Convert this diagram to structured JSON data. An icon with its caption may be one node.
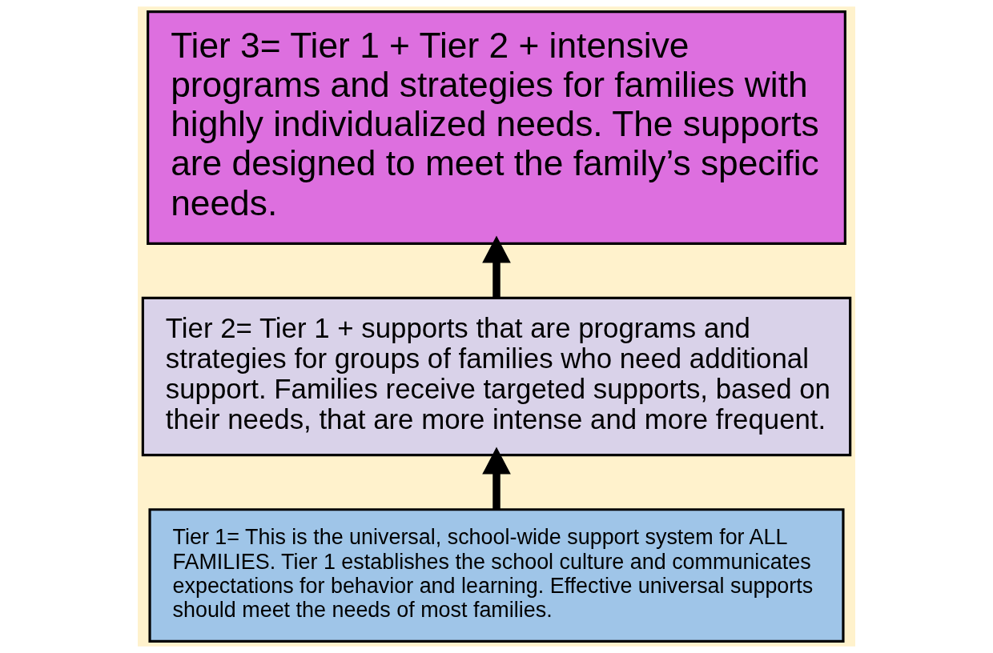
{
  "diagram": {
    "nodes": [
      {
        "text": [
          "Tier 3= Tier 1 + Tier 2 + intensive programs and strategies for families with highly individualized needs. The supports are designed to meet the family’s specific needs."
        ]
      },
      {
        "text": [
          "Tier 2= Tier 1 + supports that are programs and strategies for groups of families who need additional support. Families receive targeted supports, based on their needs, that are more intense and more frequent."
        ]
      },
      {
        "text": [
          "Tier 1= This is the universal, school-wide support system for ALL FAMILIES. Tier 1 establishes the school culture and communicates expectations for behavior and learning. Effective universal supports should meet the needs of most families."
        ]
      }
    ],
    "edges": [
      {
        "from": 2,
        "to": 1,
        "arrow": "to"
      },
      {
        "from": 1,
        "to": 0,
        "arrow": "to"
      }
    ]
  }
}
